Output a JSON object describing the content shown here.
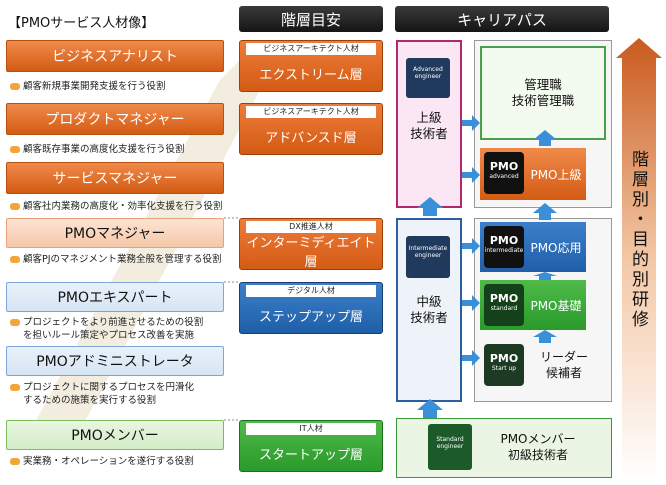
{
  "left": {
    "title": "【PMOサービス人材像】",
    "roles": [
      {
        "label": "ビジネスアナリスト",
        "desc": [
          "顧客新規事業開発支援を行う役割"
        ]
      },
      {
        "label": "プロダクトマネジャー",
        "desc": [
          "顧客既存事業の高度化支援を行う役割"
        ]
      },
      {
        "label": "サービスマネジャー",
        "desc": [
          "顧客社内業務の高度化・効率化支援を行う役割"
        ]
      },
      {
        "label": "PMOマネジャー",
        "desc": [
          "顧客PJのマネジメント業務全般を管理する役割"
        ]
      },
      {
        "label": "PMOエキスパート",
        "desc": [
          "プロジェクトをより前進させるための役割",
          "を担いルール策定やプロセス改善を実施"
        ]
      },
      {
        "label": "PMOアドミニストレータ",
        "desc": [
          "プロジェクトに関するプロセスを円滑化",
          "するための施策を実行する役割"
        ]
      },
      {
        "label": "PMOメンバー",
        "desc": [
          "実業務・オペレーションを遂行する役割"
        ]
      }
    ]
  },
  "middle": {
    "title": "階層目安",
    "levels": [
      {
        "sub": "ビジネスアーキテクト人材",
        "main": "エクストリーム層"
      },
      {
        "sub": "ビジネスアーキテクト人材",
        "main": "アドバンスド層"
      },
      {
        "sub": "DX推進人材",
        "main": "インターミディエイト層"
      },
      {
        "sub": "デジタル人材",
        "main": "ステップアップ層"
      },
      {
        "sub": "IT人材",
        "main": "スタートアップ層"
      }
    ]
  },
  "career": {
    "title": "キャリアパス",
    "senior": "上級\n技術者",
    "middle": "中級\n技術者",
    "management": "管理職\n技術管理職",
    "pmo_advanced": "PMO上級",
    "pmo_applied": "PMO応用",
    "pmo_basic": "PMO基礎",
    "leader": "リーダー\n候補者",
    "member": "PMOメンバー\n初級技術者",
    "badges": {
      "advanced": "Advanced\nengineer",
      "intermediate": "Intermediate\nengineer",
      "standard": "Standard\nengineer",
      "pmo": "PMO",
      "pmo_adv": "advanced",
      "pmo_int": "intermediate",
      "pmo_std": "standard",
      "pmo_start": "Start up"
    }
  },
  "side_label": "階層別・目的別研修",
  "colors": {
    "accent_orange": "#d35b14",
    "accent_blue": "#1f5fa8",
    "accent_green": "#2a9a2a",
    "arrow_blue": "#3a8fd9",
    "pink_border": "#b2276f"
  }
}
